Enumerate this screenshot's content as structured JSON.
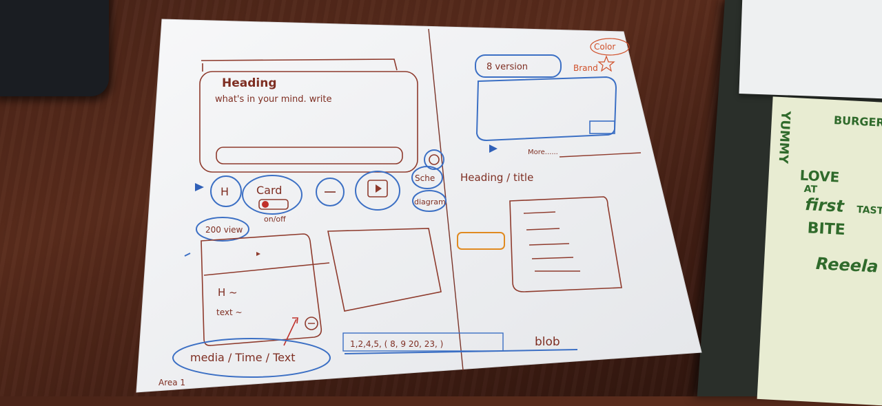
{
  "sketch": {
    "left_page": {
      "heading": "Heading",
      "prompt": "what's in your mind. write",
      "buttons": {
        "h": "H",
        "card": "Card",
        "card_sub": "on/off",
        "sche": "Sche",
        "diagram": "diagram",
        "side_title": "Heading / title"
      },
      "zoom": "200 view",
      "card_text": {
        "h": "H ~",
        "text": "text ~"
      },
      "media": "media / Time / Text",
      "area": "Area 1",
      "numbers": "1,2,4,5, ( 8, 9  20, 23, )",
      "blob": "blob"
    },
    "right_page": {
      "color": "Color",
      "brand": "Brand",
      "version": "8 version",
      "more": "More......"
    }
  },
  "wrapper": {
    "words": [
      "YUMMY",
      "BURGER",
      "LOVE",
      "AT",
      "first",
      "BITE",
      "TASTY",
      "Reeela"
    ]
  }
}
